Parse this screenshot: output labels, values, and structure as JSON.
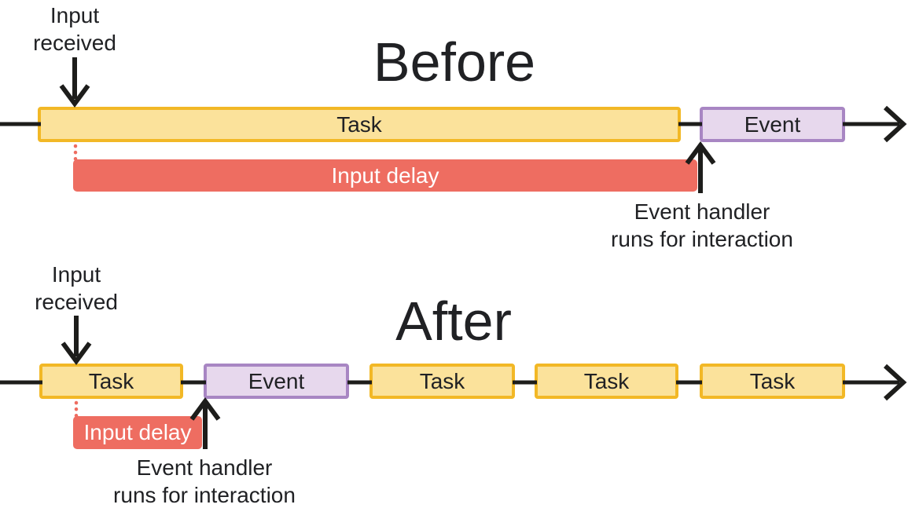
{
  "colors": {
    "background": "#FFFFFF",
    "task_fill": "#FBE29B",
    "task_border": "#F2B826",
    "event_fill": "#E7D8ED",
    "event_border": "#A886C3",
    "delay_fill": "#EE6D61",
    "delay_text_color": "#FFFFFF",
    "arrow_color": "#1D1D1B",
    "text_color": "#202124"
  },
  "before": {
    "title": "Before",
    "input_received_lines": [
      "Input",
      "received"
    ],
    "bars": [
      {
        "label": "Task",
        "type": "task"
      },
      {
        "label": "Event",
        "type": "event"
      }
    ],
    "input_delay_label": "Input delay",
    "event_handler_lines": [
      "Event handler",
      "runs for interaction"
    ]
  },
  "after": {
    "title": "After",
    "input_received_lines": [
      "Input",
      "received"
    ],
    "bars": [
      {
        "label": "Task",
        "type": "task"
      },
      {
        "label": "Event",
        "type": "event"
      },
      {
        "label": "Task",
        "type": "task"
      },
      {
        "label": "Task",
        "type": "task"
      },
      {
        "label": "Task",
        "type": "task"
      }
    ],
    "input_delay_label": "Input delay",
    "event_handler_lines": [
      "Event handler",
      "runs for interaction"
    ]
  }
}
